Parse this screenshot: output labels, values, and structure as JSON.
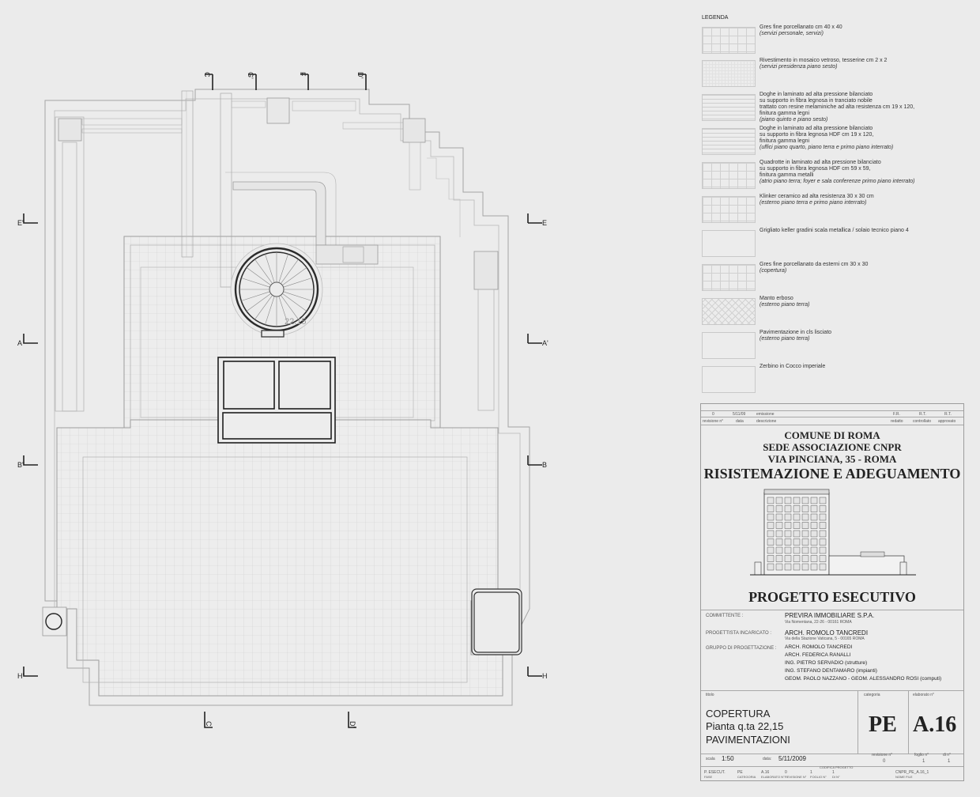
{
  "plan": {
    "section_marks": {
      "top": [
        "C",
        "G'",
        "F",
        "D'"
      ],
      "left": [
        "E'",
        "A",
        "B'",
        "H'"
      ],
      "right": [
        "E",
        "A'",
        "B",
        "H"
      ],
      "bottom": [
        "C",
        "D'"
      ]
    },
    "level_label": "22.15"
  },
  "legend": {
    "title": "LEGENDA",
    "items": [
      {
        "text": "Gres fine porcellanato cm 40 x 40",
        "note": "(servizi personale, servizi)"
      },
      {
        "text": "Rivestimento in mosaico vetroso, tesserine cm 2 x 2",
        "note": "(servizi presidenza piano sesto)"
      },
      {
        "text": "Doghe in laminato ad alta pressione bilanciato\nsu supporto in fibra legnosa in tranciato nobile\ntrattato con resine melaminiche ad alta resistenza cm 19 x 120,\nfinitura gamma legni",
        "note": "(piano quinto e piano sesto)"
      },
      {
        "text": "Doghe in laminato ad alta pressione bilanciato\nsu supporto in fibra legnosa HDF cm 19 x 120,\nfinitura gamma legni",
        "note": "(uffici piano quarto, piano terra e primo piano interrato)"
      },
      {
        "text": "Quadrotte in laminato ad alta pressione bilanciato\nsu supporto in fibra legnosa HDF cm 59 x 59,\nfinitura gamma metalli",
        "note": "(atrio piano terra; foyer e sala conferenze primo piano interrato)"
      },
      {
        "text": "Klinker ceramico ad alta resistenza 30 x 30 cm",
        "note": "(esterno piano terra e primo piano interrato)"
      },
      {
        "text": "Grigliato keller gradini scala metallica / solaio tecnico piano 4",
        "note": ""
      },
      {
        "text": "Gres fine porcellanato da esterni cm 30 x 30",
        "note": "(copertura)"
      },
      {
        "text": "Manto erboso",
        "note": "(esterno piano terra)"
      },
      {
        "text": "Pavimentazione in cls lisciato",
        "note": "(esterno piano terra)"
      },
      {
        "text": "Zerbino in Cocco imperiale",
        "note": ""
      }
    ]
  },
  "titleblock": {
    "revision": {
      "num": "0",
      "date": "5/11/09",
      "desc": "emissione",
      "r1": "F.R.",
      "r2": "R.T.",
      "r3": "R.T.",
      "h_num": "revisione n°",
      "h_date": "data",
      "h_desc": "descrizione",
      "h_r1": "redatto",
      "h_r2": "controllato",
      "h_r3": "approvato"
    },
    "line1": "COMUNE DI ROMA",
    "line2": "SEDE ASSOCIAZIONE CNPR",
    "line3": "VIA PINCIANA, 35 - ROMA",
    "line4": "RISISTEMAZIONE E ADEGUAMENTO",
    "phase": "PROGETTO ESECUTIVO",
    "committente_label": "COMMITTENTE :",
    "committente": "PREVIRA IMMOBILIARE S.P.A.",
    "committente_addr": "Via Nomentana, 22-26 - 00161 ROMA",
    "progettista_label": "PROGETTISTA INCARICATO :",
    "progettista": "ARCH. ROMOLO TANCREDI",
    "progettista_addr": "Via della Stazione Vaticana, 5 - 00165 ROMA",
    "gruppo_label": "GRUPPO DI PROGETTAZIONE :",
    "gruppo": [
      "ARCH. ROMOLO TANCREDI",
      "ARCH. FEDERICA RANALLI",
      "ING. PIETRO SERVADIO (strutture)",
      "ING. STEFANO DENTAMARO (impianti)",
      "GEOM. PAOLO NAZZANO - GEOM. ALESSANDRO ROSI (computi)"
    ],
    "titolo_label": "titolo",
    "categoria_label": "categoria",
    "elaborato_label": "elaborato n°",
    "title1": "COPERTURA",
    "title2": "Pianta q.ta 22,15",
    "title3": "PAVIMENTAZIONI",
    "categoria": "PE",
    "elaborato": "A.16",
    "scala_label": "scala",
    "scala": "1:50",
    "data_label": "data:",
    "data": "5/11/2009",
    "revisione_label": "revisione n°",
    "revisione": "0",
    "foglio_label": "foglio n°",
    "foglio": "1",
    "di_label": "di n°",
    "di": "1",
    "code_header": "CODIFICA PROGETTO",
    "code_vals": [
      "P. ESECUT.",
      "PE",
      "A.16",
      "0",
      "1",
      "1",
      "CNPR_PE_A.16_1"
    ],
    "code_labels": [
      "FASE",
      "CATEGORIA",
      "ELABORATO N°",
      "REVISIONE N°",
      "FOGLIO N°",
      "DI N°",
      "NOME FILE"
    ]
  }
}
